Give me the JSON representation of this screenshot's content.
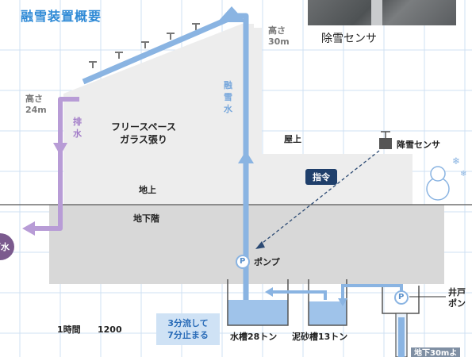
{
  "title": "融雪装置概要",
  "photo_caption": "除雪センサ",
  "heights": {
    "top_label": "高さ\n30m",
    "left_label": "高さ\n24m"
  },
  "pipes": {
    "snowmelt_water": "融\n雪\n水",
    "drain": "排\n水",
    "drain_outlet": "下水"
  },
  "building": {
    "space": "フリースペース\nガラス張り",
    "rooftop": "屋上",
    "ground": "地上",
    "basement": "地下階"
  },
  "sensor_label": "降雪センサ",
  "command_label": "指令",
  "pump": {
    "symbol": "P",
    "label": "ポンプ"
  },
  "tanks": {
    "water_tank": "水槽28トン",
    "sediment_tank": "泥砂槽13トン"
  },
  "well_pump": "井戸\nポン",
  "well_depth": "地下30mよ",
  "operation_box": "3分流して\n7分止まる",
  "hourly": {
    "label": "1時間",
    "value": "1200"
  },
  "colors": {
    "title": "#2f8ad6",
    "snowmelt_pipe": "#8ab4e2",
    "drain_pipe": "#b89cd6",
    "building": "#ededed",
    "basement": "#d8d8d8",
    "command": "#1f3f6b",
    "water": "#9fc3ea"
  }
}
